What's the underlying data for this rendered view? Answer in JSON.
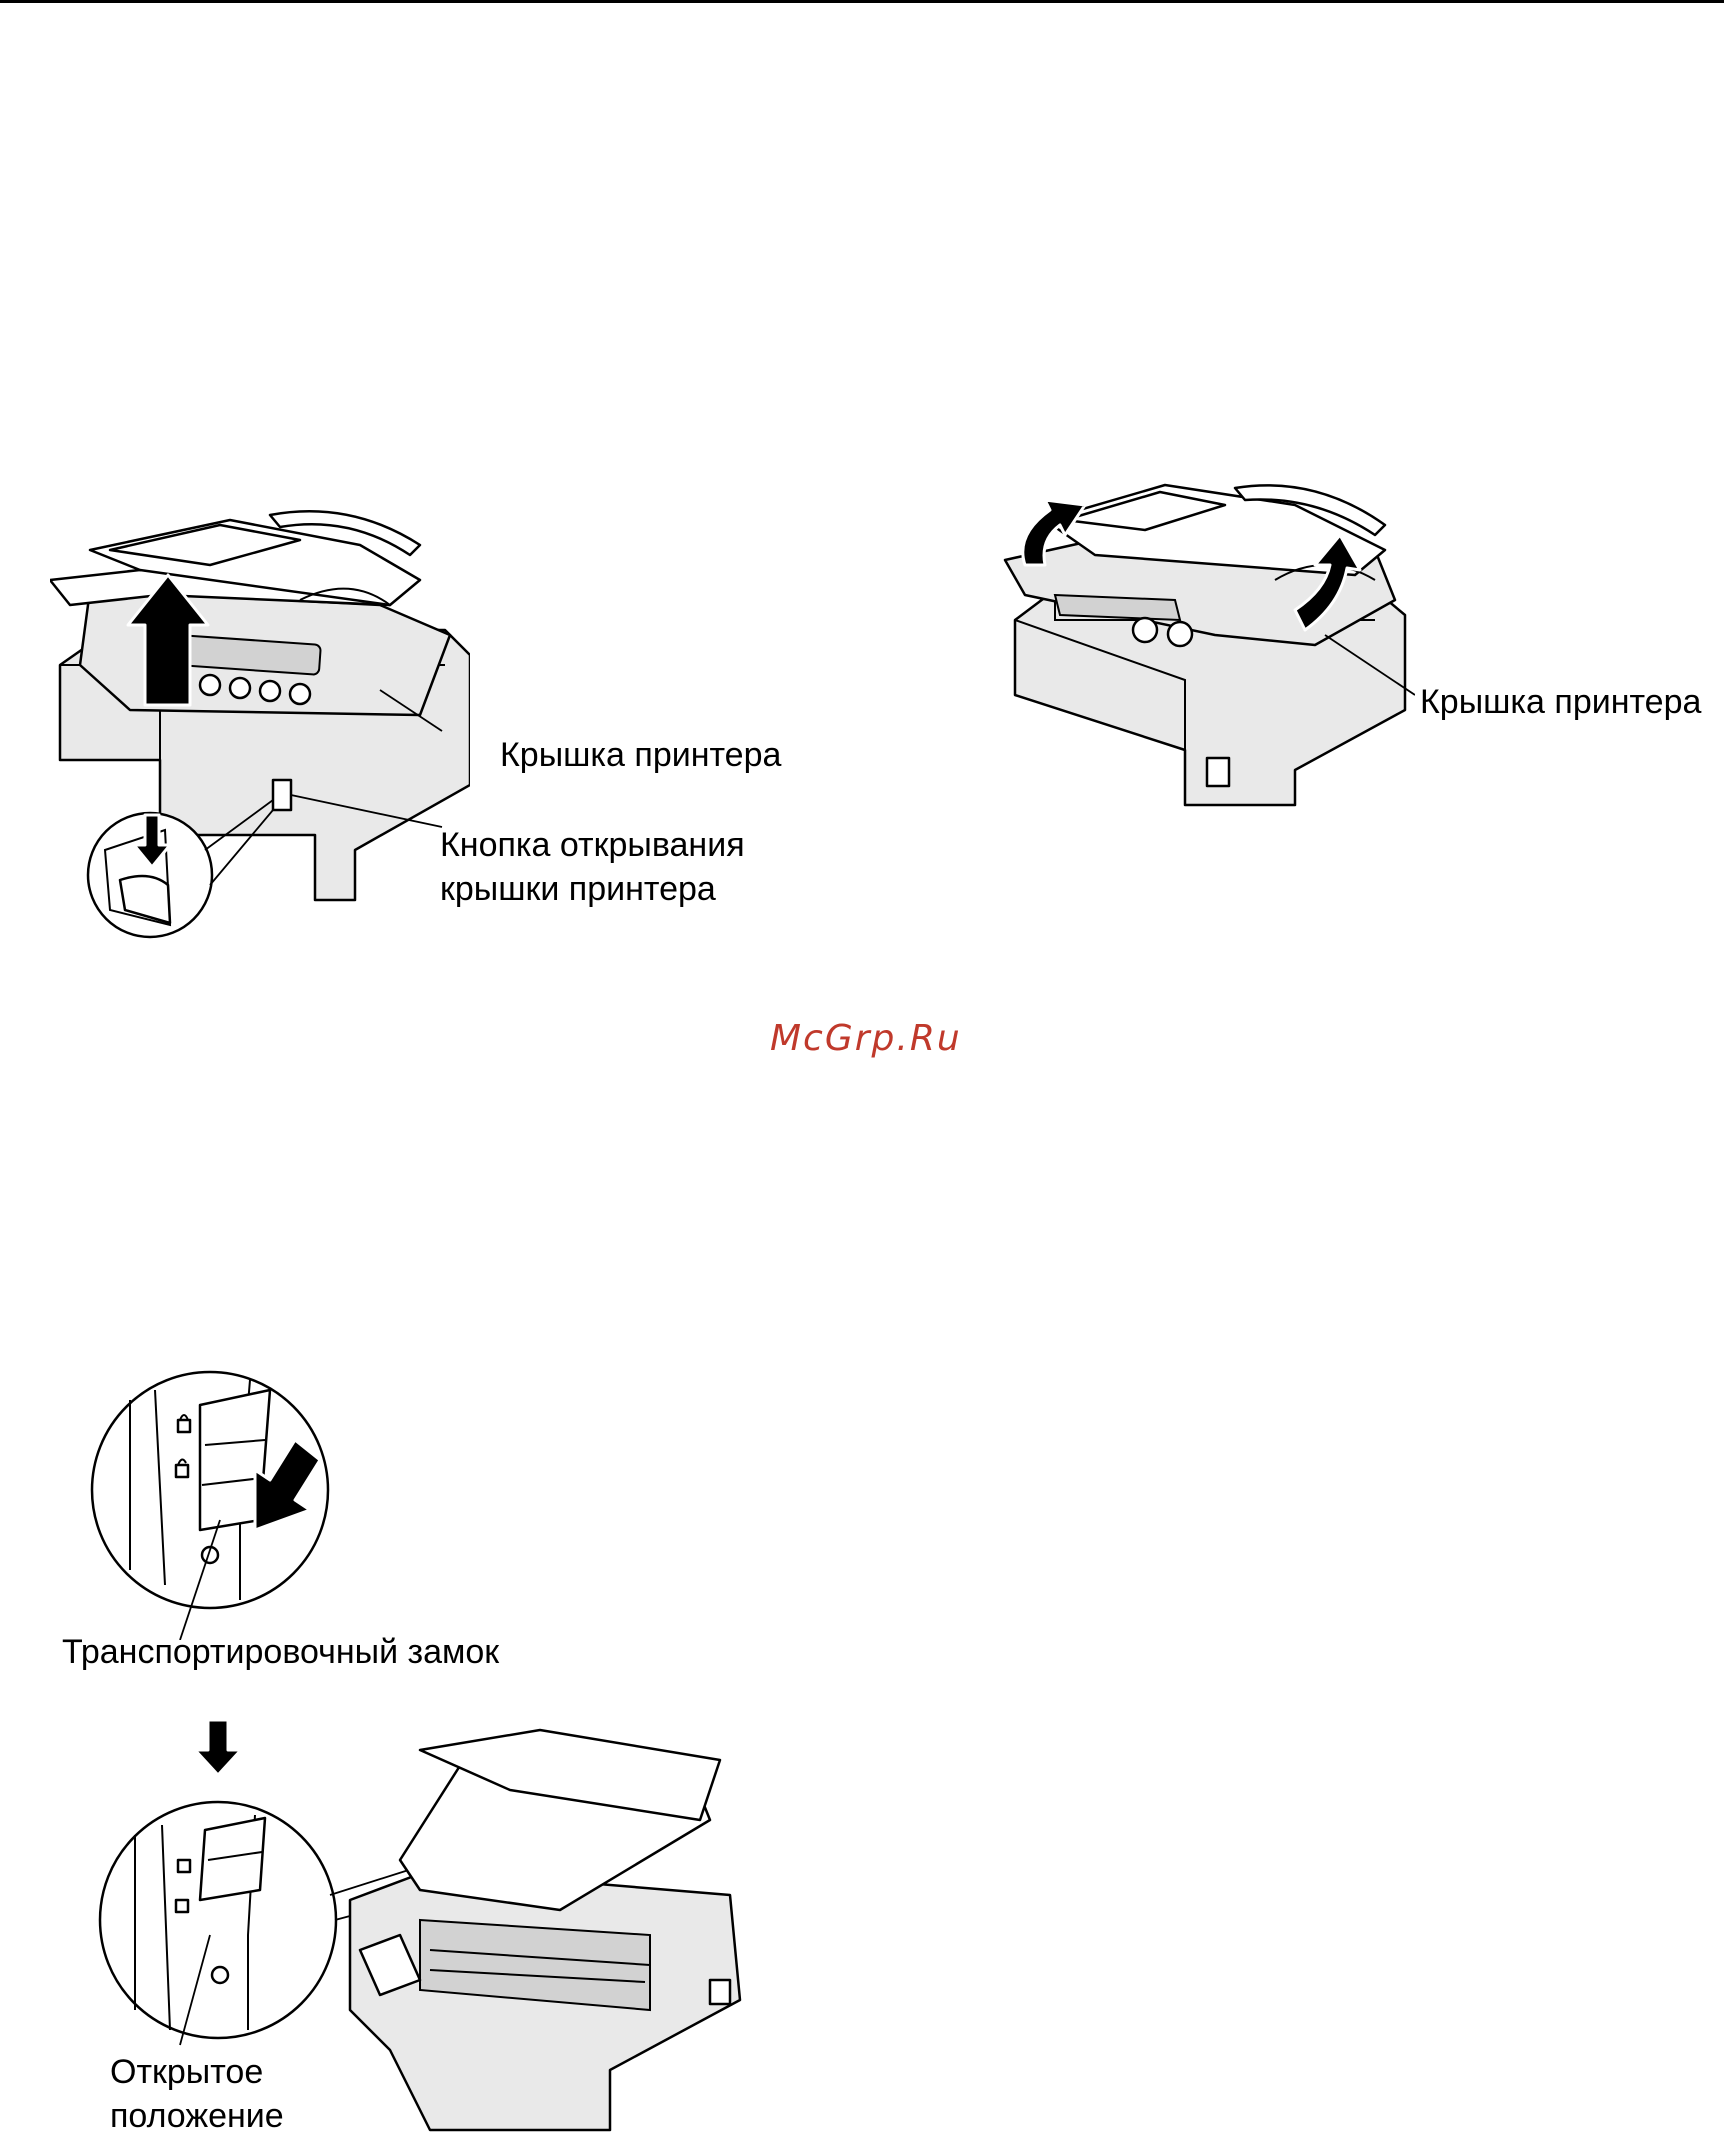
{
  "labels": {
    "printer_cover_left": "Крышка принтера",
    "release_button_line1": "Кнопка открывания",
    "release_button_line2": "крышки принтера",
    "printer_cover_right": "Крышка принтера",
    "shipping_lock": "Транспортировочный замок",
    "open_position_line1": "Открытое",
    "open_position_line2": "положение"
  },
  "watermark": "McGrp.Ru",
  "icons": [
    "up-arrow-icon",
    "down-arrow-icon",
    "curved-arrow-icon",
    "lock-icon",
    "unlock-icon"
  ]
}
